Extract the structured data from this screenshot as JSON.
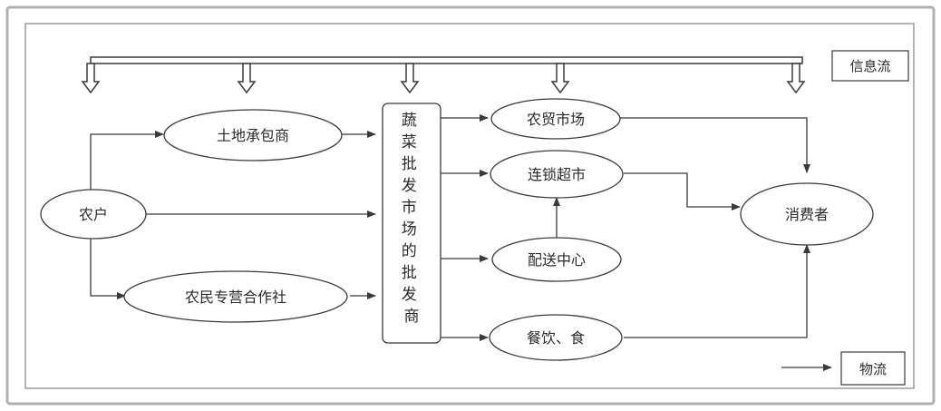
{
  "nodes": {
    "farmer": "农户",
    "land_contractor": "土地承包商",
    "cooperative": "农民专营合作社",
    "wholesaler": "蔬菜批发市场的批发商",
    "farmers_market": "农贸市场",
    "supermarket": "连锁超市",
    "distribution_center": "配送中心",
    "catering": "餐饮、食",
    "consumer": "消费者"
  },
  "legend": {
    "info_flow": "信息流",
    "logistics": "物流"
  },
  "colors": {
    "line": "#3a3a3a",
    "frame": "#9a9a9a",
    "text": "#2a2a2a"
  }
}
